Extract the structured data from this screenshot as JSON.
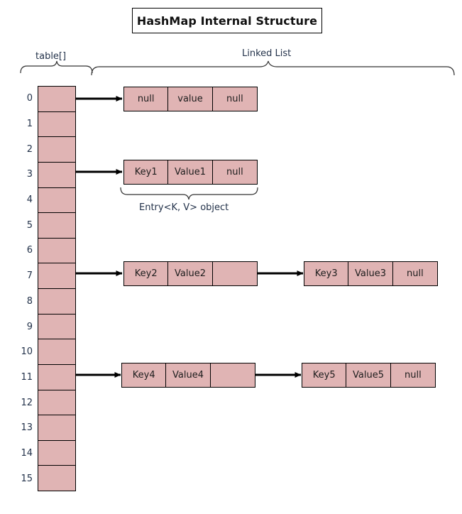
{
  "title": "HashMap Internal Structure",
  "captions": {
    "table": "table[]",
    "linked_list": "Linked List",
    "entry": "Entry<K, V> object"
  },
  "colors": {
    "cell_fill": "#e0b4b4",
    "stroke": "#000000",
    "text": "#23324a",
    "background": "#ffffff"
  },
  "table_array": {
    "length": 16,
    "indices": [
      "0",
      "1",
      "2",
      "3",
      "4",
      "5",
      "6",
      "7",
      "8",
      "9",
      "10",
      "11",
      "12",
      "13",
      "14",
      "15"
    ],
    "occupied_indices": [
      0,
      3,
      7,
      11
    ]
  },
  "buckets": [
    {
      "index": "0",
      "nodes": [
        {
          "key": "null",
          "value": "value",
          "next": "null"
        }
      ]
    },
    {
      "index": "3",
      "nodes": [
        {
          "key": "Key1",
          "value": "Value1",
          "next": "null"
        }
      ]
    },
    {
      "index": "7",
      "nodes": [
        {
          "key": "Key2",
          "value": "Value2",
          "next": ""
        },
        {
          "key": "Key3",
          "value": "Value3",
          "next": "null"
        }
      ]
    },
    {
      "index": "11",
      "nodes": [
        {
          "key": "Key4",
          "value": "Value4",
          "next": ""
        },
        {
          "key": "Key5",
          "value": "Value5",
          "next": "null"
        }
      ]
    }
  ]
}
